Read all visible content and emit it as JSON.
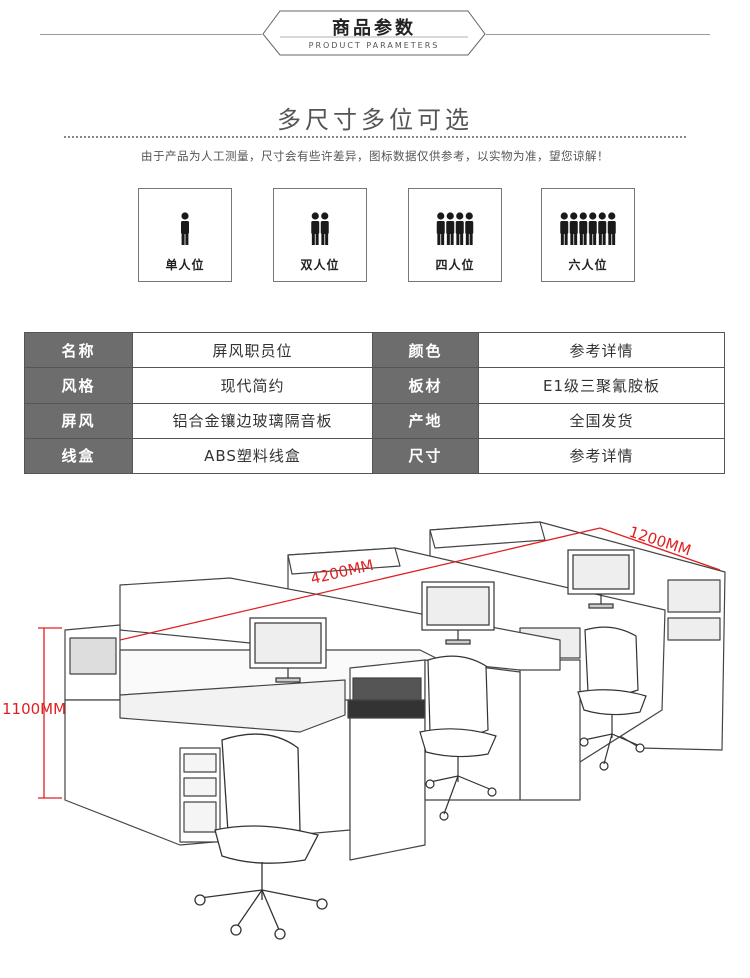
{
  "header": {
    "title": "商品参数",
    "subtitle": "PRODUCT PARAMETERS"
  },
  "section": {
    "title": "多尺寸多位可选",
    "note": "由于产品为人工测量，尺寸会有些许差异，图标数据仅供参考，以实物为准，望您谅解！"
  },
  "seat_options": [
    {
      "label": "单人位",
      "people": 1
    },
    {
      "label": "双人位",
      "people": 2
    },
    {
      "label": "四人位",
      "people": 4
    },
    {
      "label": "六人位",
      "people": 6
    }
  ],
  "specs": [
    {
      "k1": "名称",
      "v1": "屏风职员位",
      "k2": "颜色",
      "v2": "参考详情"
    },
    {
      "k1": "风格",
      "v1": "现代简约",
      "k2": "板材",
      "v2": "E1级三聚氰胺板"
    },
    {
      "k1": "屏风",
      "v1": "铝合金镶边玻璃隔音板",
      "k2": "产地",
      "v2": "全国发货"
    },
    {
      "k1": "线盒",
      "v1": "ABS塑料线盒",
      "k2": "尺寸",
      "v2": "参考详情"
    }
  ],
  "dimensions": {
    "depth": "1200MM",
    "length": "4200MM",
    "height": "1100MM"
  },
  "colors": {
    "key_cell": "#6d6d6d",
    "dimension": "#e02020",
    "person": "#1a1a1a"
  },
  "icons": {
    "person": "person-icon",
    "monitor": "monitor-icon",
    "chair": "office-chair-icon"
  }
}
